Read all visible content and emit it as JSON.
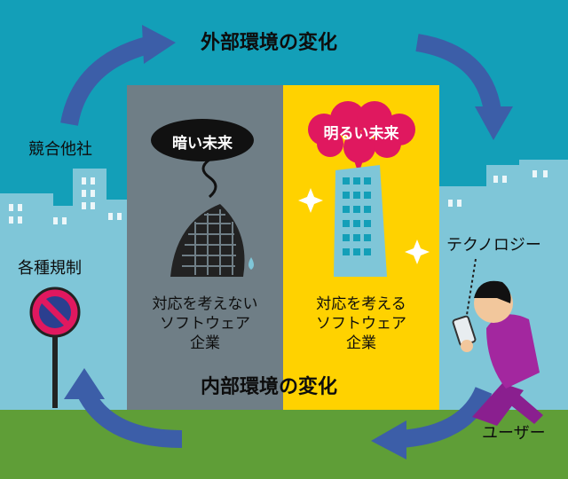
{
  "labels": {
    "top_title": "外部環境の変化",
    "bottom_title": "内部環境の変化",
    "competitors": "競合他社",
    "regulations": "各種規制",
    "technology": "テクノロジー",
    "user": "ユーザー"
  },
  "left_panel": {
    "bubble": "暗い未来",
    "caption_line1": "対応を考えない",
    "caption_line2": "ソフトウェア",
    "caption_line3": "企業"
  },
  "right_panel": {
    "bubble": "明るい未来",
    "caption_line1": "対応を考える",
    "caption_line2": "ソフトウェア",
    "caption_line3": "企業"
  },
  "colors": {
    "sky": "#139fb8",
    "buildings": "#7fc6d8",
    "ground": "#5f9e37",
    "left_panel": "#6f7e86",
    "right_panel": "#ffd200",
    "arrows": "#3c5ea8",
    "bright_bubble": "#e0185f"
  }
}
